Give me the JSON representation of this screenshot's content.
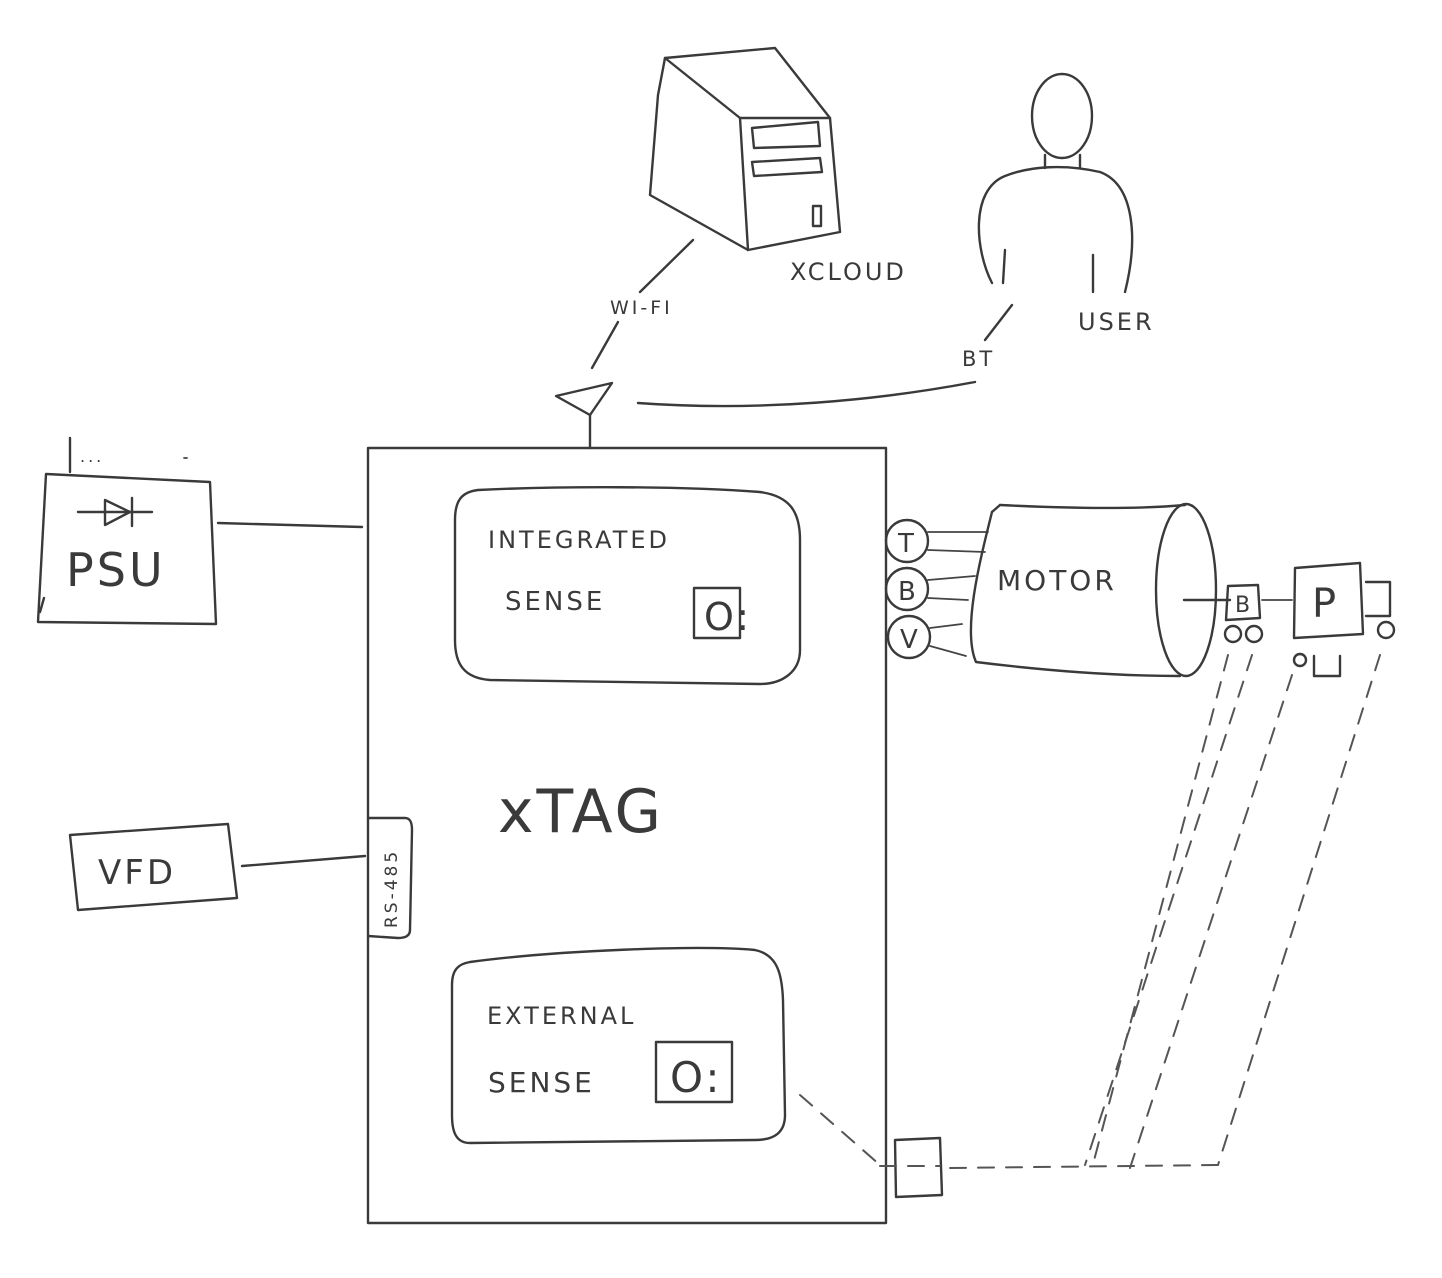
{
  "labels": {
    "xcloud": "XCLOUD",
    "user": "USER",
    "wifi": "WI-FI",
    "bt": "BT",
    "psu": "PSU",
    "psu_dots": "...",
    "vfd": "VFD",
    "rs485": "RS-485",
    "xtag": "xTAG",
    "integrated_line1": "INTEGRATED",
    "integrated_line2": "SENSE",
    "external_line1": "EXTERNAL",
    "external_line2": "SENSE",
    "sensor_mark": "O:",
    "motor": "MOTOR",
    "sensor_t": "T",
    "sensor_b": "B",
    "sensor_v": "V",
    "bearing_b": "B",
    "pump_p": "P"
  }
}
